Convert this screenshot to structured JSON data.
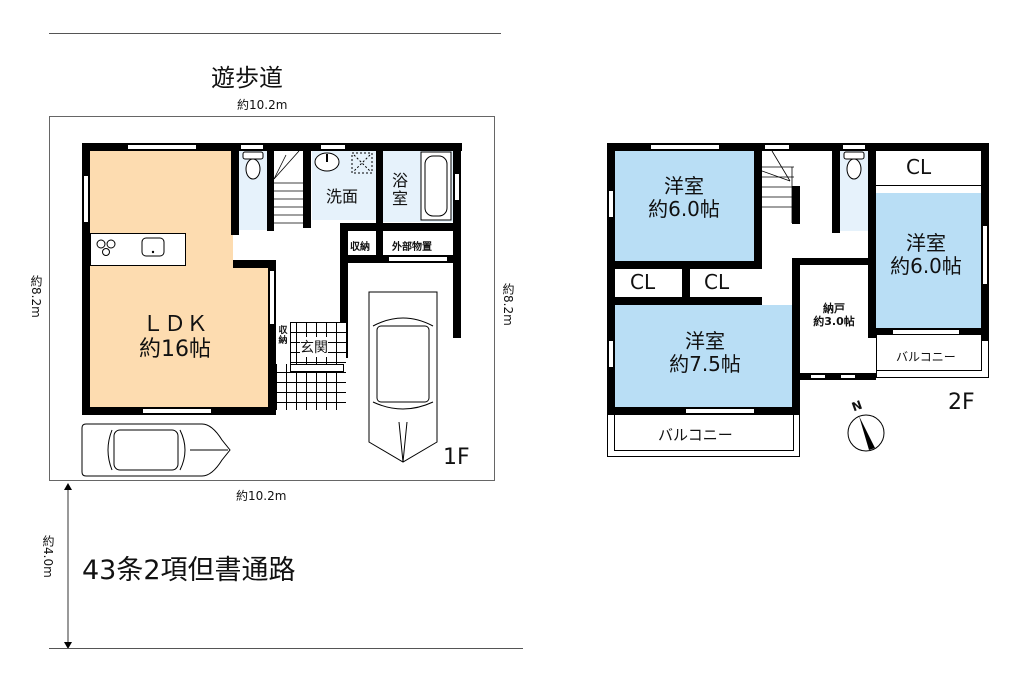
{
  "site": {
    "top_road_label": "遊歩道",
    "width_top": "約10.2m",
    "width_bottom": "約10.2m",
    "depth_left": "約8.2m",
    "depth_right": "約8.2m",
    "road_width": "約4.0m",
    "front_road_label": "43条2項但書通路"
  },
  "floor1": {
    "label": "1F",
    "rooms": {
      "ldk_name": "ＬＤＫ",
      "ldk_size": "約16帖",
      "washroom": "洗面",
      "bath_1": "浴",
      "bath_2": "室",
      "storage": "収納",
      "outdoor_storage": "外部物置",
      "entry_storage_1": "収",
      "entry_storage_2": "納",
      "entrance": "玄関"
    }
  },
  "floor2": {
    "label": "2F",
    "rooms": {
      "west_room_name": "洋室",
      "west_room_size": "約6.0帖",
      "east_room_name": "洋室",
      "east_room_size": "約6.0帖",
      "south_room_name": "洋室",
      "south_room_size": "約7.5帖",
      "closet_1": "CL",
      "closet_2": "CL",
      "closet_3": "CL",
      "storeroom_name": "納戸",
      "storeroom_size": "約3.0帖",
      "balcony_south": "バルコニー",
      "balcony_east": "バルコニー"
    },
    "compass": "N"
  },
  "colors": {
    "ldk_fill": "#fddcb0",
    "western_room_fill": "#b9def5",
    "wet_area_fill": "#e6f2fb",
    "wall": "#000000",
    "site_line": "#666666"
  }
}
